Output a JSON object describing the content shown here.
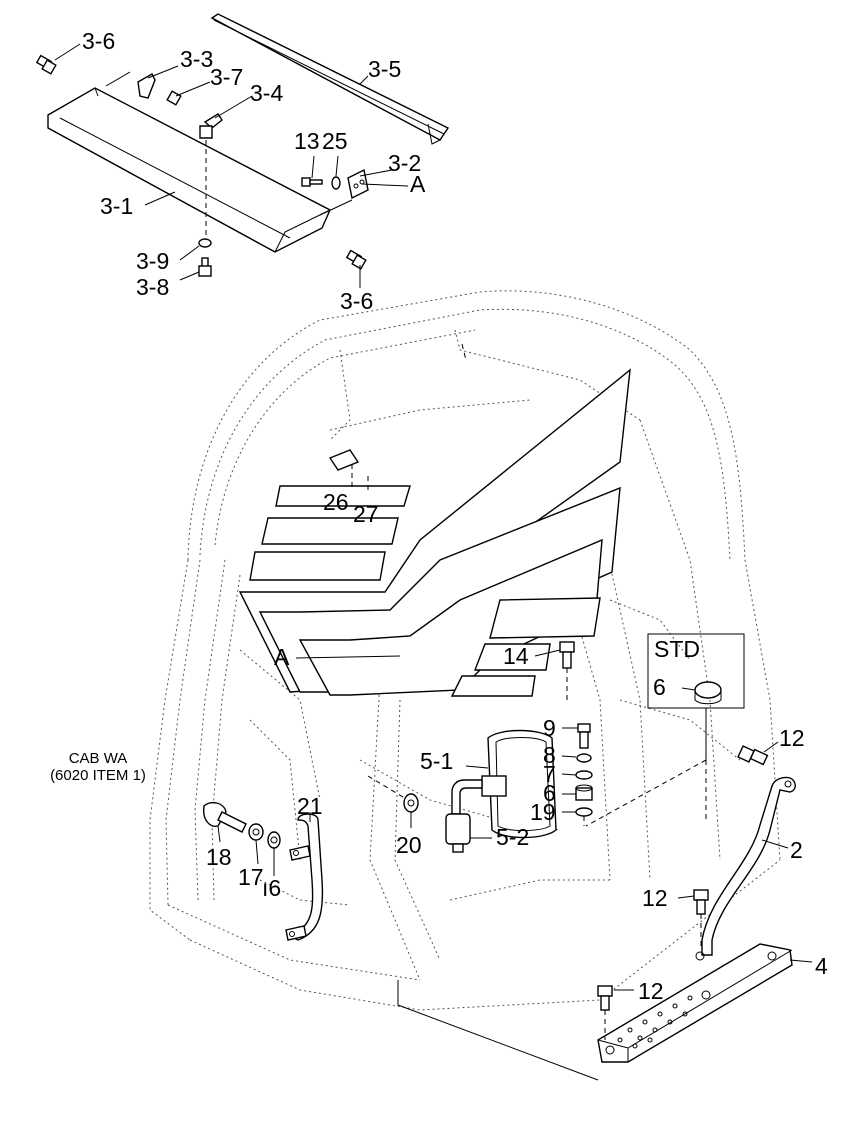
{
  "diagram": {
    "labels": {
      "p3_6_top": "3-6",
      "p3_3": "3-3",
      "p3_7": "3-7",
      "p3_5": "3-5",
      "p3_4": "3-4",
      "p13": "13",
      "p25": "25",
      "p3_2": "3-2",
      "pA_top": "A",
      "p3_1": "3-1",
      "p3_9": "3-9",
      "p3_8": "3-8",
      "p3_6_bottom": "3-6",
      "p26": "26",
      "p27": "27",
      "pA_mid": "A",
      "p14": "14",
      "std": "STD",
      "p6_std": "6",
      "p9": "9",
      "p8": "8",
      "p7": "7",
      "p6": "6",
      "p19": "19",
      "p5_1": "5-1",
      "p5_2": "5-2",
      "p20": "20",
      "p12_a": "12",
      "p2": "2",
      "p12_b": "12",
      "p4": "4",
      "p12_c": "12",
      "p21": "21",
      "p18": "18",
      "p17": "17",
      "p16": "ı6",
      "cab_line1": "CAB WA",
      "cab_line2": "(6020 ITEM 1)"
    }
  }
}
